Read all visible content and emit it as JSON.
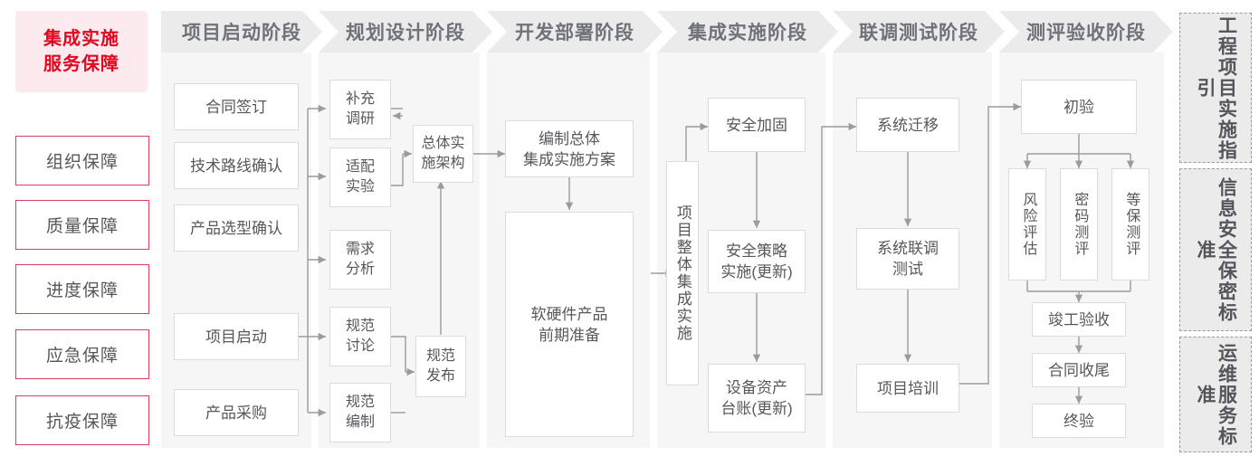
{
  "sidebar": {
    "title": "集成实施\n服务保障",
    "title_line1": "集成实施",
    "title_line2": "服务保障",
    "accent_color": "#e2061e",
    "title_bg": "#fdeaee",
    "border_color": "#d9405c",
    "items": [
      {
        "label": "组织保障"
      },
      {
        "label": "质量保障"
      },
      {
        "label": "进度保障"
      },
      {
        "label": "应急保障"
      },
      {
        "label": "抗疫保障"
      }
    ]
  },
  "phases": [
    {
      "header": "项目启动阶段",
      "nodes": [
        {
          "label": "合同签订"
        },
        {
          "label": "技术路线确认"
        },
        {
          "label": "产品选型确认"
        },
        {
          "label": "项目启动"
        },
        {
          "label": "产品采购"
        }
      ]
    },
    {
      "header": "规划设计阶段",
      "nodes": [
        {
          "label": "补充\n调研"
        },
        {
          "label": "适配\n实验"
        },
        {
          "label": "需求\n分析"
        },
        {
          "label": "规范\n讨论"
        },
        {
          "label": "规范\n编制"
        },
        {
          "label": "总体实\n施架构"
        },
        {
          "label": "规范\n发布"
        }
      ]
    },
    {
      "header": "开发部署阶段",
      "nodes": [
        {
          "label": "编制总体\n集成实施方案"
        },
        {
          "label": "软硬件产品\n前期准备"
        }
      ]
    },
    {
      "header": "集成实施阶段",
      "nodes": [
        {
          "label": "项目整体集成实施"
        },
        {
          "label": "安全加固"
        },
        {
          "label": "安全策略\n实施(更新)"
        },
        {
          "label": "设备资产\n台账(更新)"
        }
      ]
    },
    {
      "header": "联调测试阶段",
      "nodes": [
        {
          "label": "系统迁移"
        },
        {
          "label": "系统联调\n测试"
        },
        {
          "label": "项目培训"
        }
      ]
    },
    {
      "header": "测评验收阶段",
      "nodes": [
        {
          "label": "初验"
        },
        {
          "label": "风险评估"
        },
        {
          "label": "密码测评"
        },
        {
          "label": "等保测评"
        },
        {
          "label": "竣工验收"
        },
        {
          "label": "合同收尾"
        },
        {
          "label": "终验"
        }
      ]
    }
  ],
  "standards_rail": [
    {
      "label": "工程项目实施指引"
    },
    {
      "label": "信息安全保密标准"
    },
    {
      "label": "运维服务标准"
    }
  ],
  "colors": {
    "column_bg": "#f6f6f6",
    "header_bg": "#ebebeb",
    "header_text": "#6f7278",
    "node_border": "#dcdcdc",
    "node_text": "#57575e",
    "wire": "#9b9b9b"
  }
}
